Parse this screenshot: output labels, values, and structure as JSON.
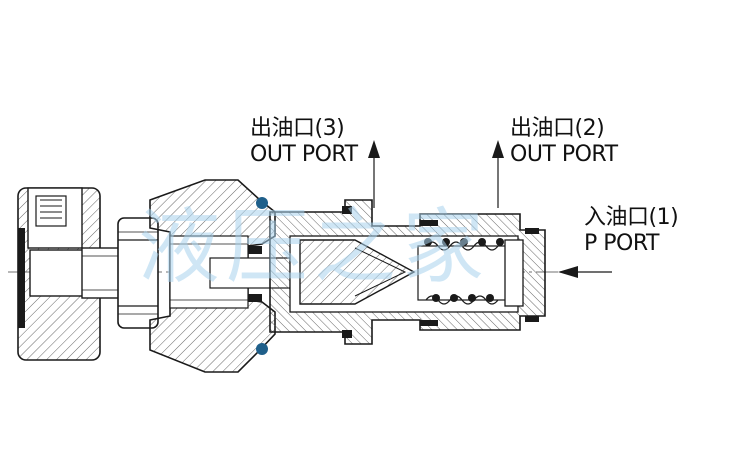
{
  "ports": {
    "port3": {
      "cn": "出油口(3)",
      "en": "OUT PORT"
    },
    "port2": {
      "cn": "出油口(2)",
      "en": "OUT PORT"
    },
    "port1": {
      "cn": "入油口(1)",
      "en": "P PORT"
    }
  },
  "watermark": "液压之家",
  "colors": {
    "line": "#1a1a1a",
    "hatch": "#555555",
    "seal": "#1a1a1a",
    "oring_blue": "#1f5f8a",
    "watermark": "#a9d3ee"
  }
}
